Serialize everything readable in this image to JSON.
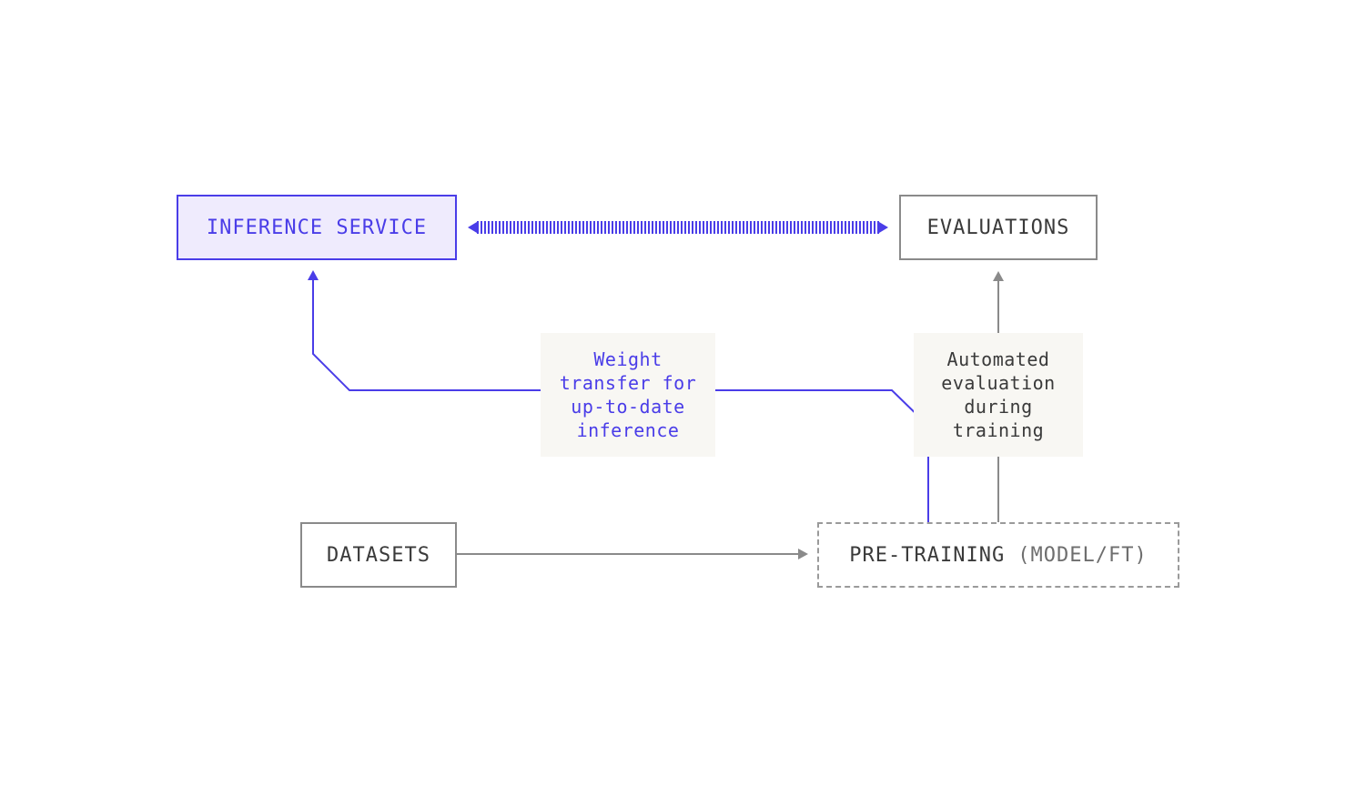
{
  "nodes": {
    "inference_service": "INFERENCE SERVICE",
    "evaluations": "EVALUATIONS",
    "datasets": "DATASETS",
    "pretraining": "PRE-TRAINING",
    "pretraining_qualifier": "(MODEL/FT)"
  },
  "annotations": {
    "weight_transfer": [
      "Weight",
      "transfer for",
      "up-to-date",
      "inference"
    ],
    "automated_evaluation": [
      "Automated",
      "evaluation",
      "during",
      "training"
    ]
  },
  "colors": {
    "accent": "#4a3de8",
    "accent_fill": "#efebfd",
    "neutral_border": "#8a8a8a",
    "text": "#3a3a3a",
    "note_fill": "#f8f7f3"
  }
}
